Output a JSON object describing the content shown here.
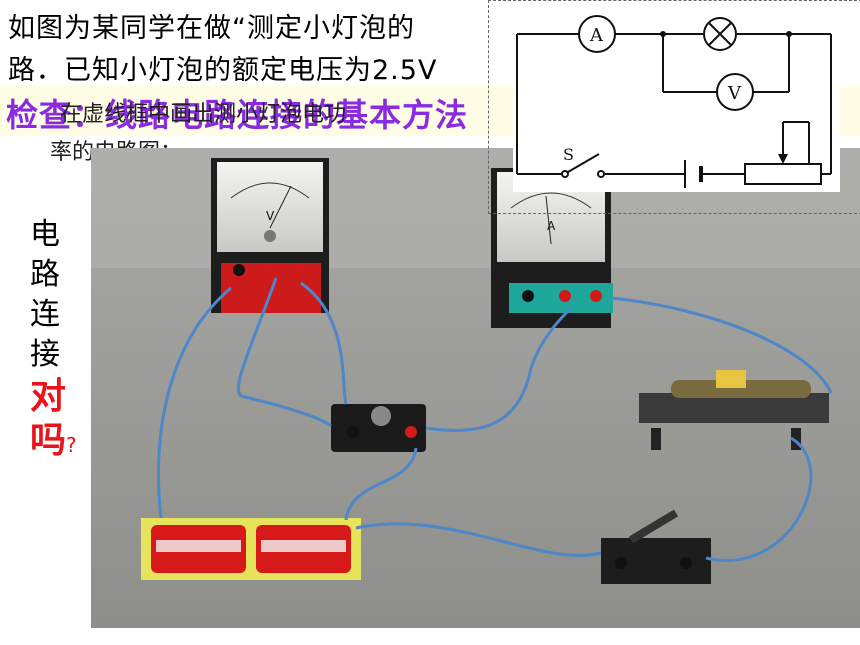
{
  "problem": {
    "line1": "如图为某同学在做“测定小灯泡的",
    "line2": "路．已知小灯泡的额定电压为2.5V",
    "purple_heading": "检查：线路电路连接的基本方法",
    "overlay_line1": "在虚线框中画出测小灯泡电功",
    "overlay_line2": "率的电路图："
  },
  "side_question": {
    "chars": [
      "电",
      "路",
      "连",
      "接"
    ],
    "emphasis": [
      "对",
      "吗"
    ],
    "question_mark": "?"
  },
  "circuit_diagram": {
    "ammeter": "A",
    "voltmeter": "V",
    "switch": "S"
  },
  "photo_meters": {
    "voltmeter_label": "V",
    "ammeter_label": "A"
  }
}
